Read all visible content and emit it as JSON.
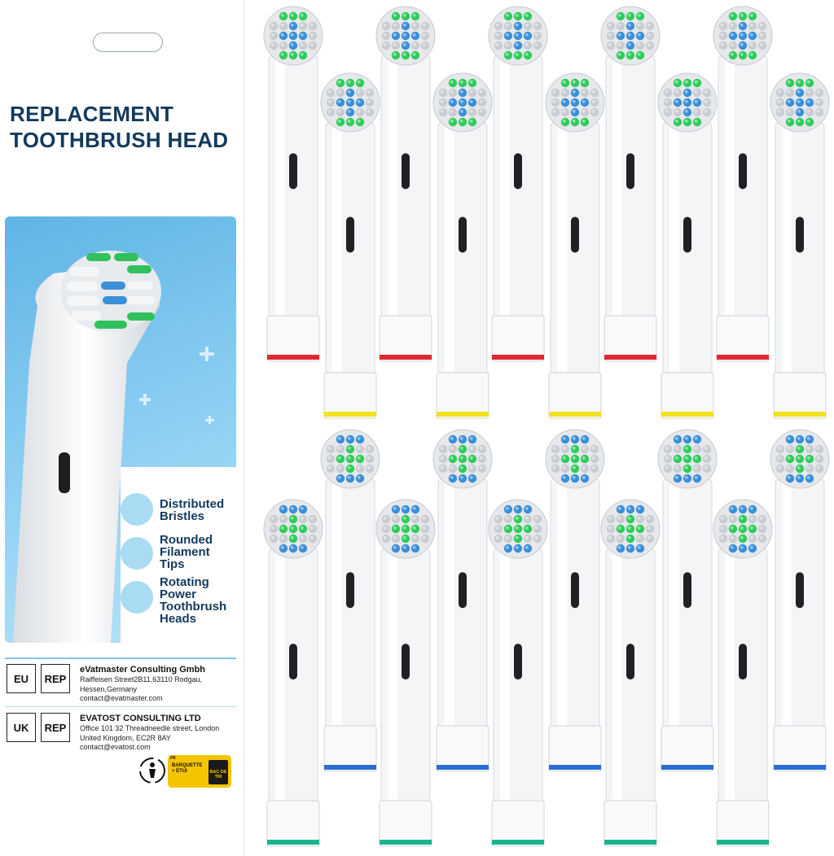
{
  "package": {
    "title_line1": "REPLACEMENT",
    "title_line2": "TOOTHBRUSH HEAD",
    "features": [
      {
        "line1": "Distributed",
        "line2": "Bristles",
        "line3": ""
      },
      {
        "line1": "Rounded",
        "line2": "Filament",
        "line3": "Tips"
      },
      {
        "line1": "Rotating",
        "line2": "Power",
        "line3": "Toothbrush Heads"
      }
    ],
    "eu_rep": {
      "code": "EU",
      "rep": "REP",
      "name": "eVatmaster Consulting Gmbh",
      "line1": "Raiffeisen Street2B11,63110 Rodgau,",
      "line2": "Hessen,Germany",
      "line3": "contact@evatmaster.com"
    },
    "uk_rep": {
      "code": "UK",
      "rep": "REP",
      "name": "EVATOST CONSULTING LTD",
      "line1": "Office 101 32 Threadneedle street, London",
      "line2": "United Kingdom, EC2R 8AY",
      "line3": "contact@evatost.com"
    },
    "triman": {
      "fr": "FR",
      "line1": "BARQUETTE",
      "line2": "+ ÉTUI",
      "bin_text": "BAC DE TRI"
    }
  },
  "colors": {
    "title": "#123a5c",
    "accent_blue": "#7fc8e8",
    "bristle_green": "#2ecc5a",
    "bristle_blue": "#3a8fd8",
    "bristle_grey": "#c9ccd0",
    "ring_red": "#e0282e",
    "ring_yellow": "#f2e21a",
    "ring_blue": "#2a6fd6",
    "ring_teal": "#18b58f"
  },
  "brush_heads": {
    "top_row_front_count": 5,
    "top_row_back_count": 5,
    "bottom_row_front_count": 5,
    "bottom_row_back_count": 5
  }
}
